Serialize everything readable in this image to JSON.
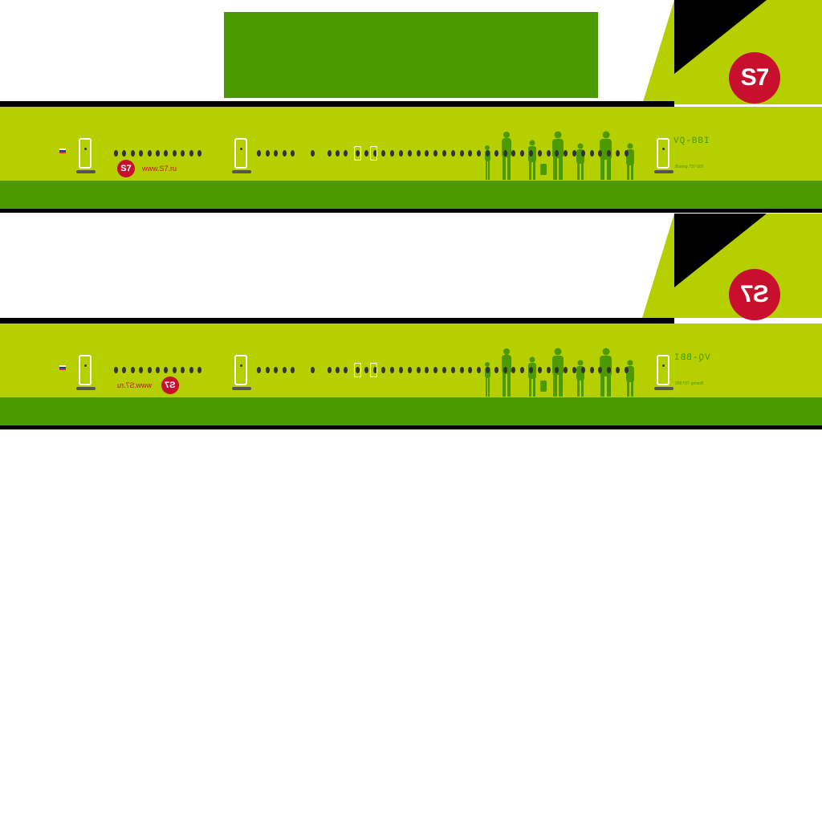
{
  "colors": {
    "lime": "#b5cf00",
    "green": "#4a9a00",
    "red": "#c8102e",
    "black": "#000000"
  },
  "top_side": {
    "logo_text": "S7",
    "url": "www.S7.ru",
    "registration": "VQ-BBI",
    "model": "Boeing 737-500"
  },
  "bottom_side": {
    "logo_text": "S7",
    "url": "www.S7.ru",
    "registration": "VQ-BBI",
    "model": "Boeing 737-500",
    "mirrored": true
  },
  "icons": [
    "flag-icon",
    "s7-logo",
    "people-silhouettes"
  ]
}
